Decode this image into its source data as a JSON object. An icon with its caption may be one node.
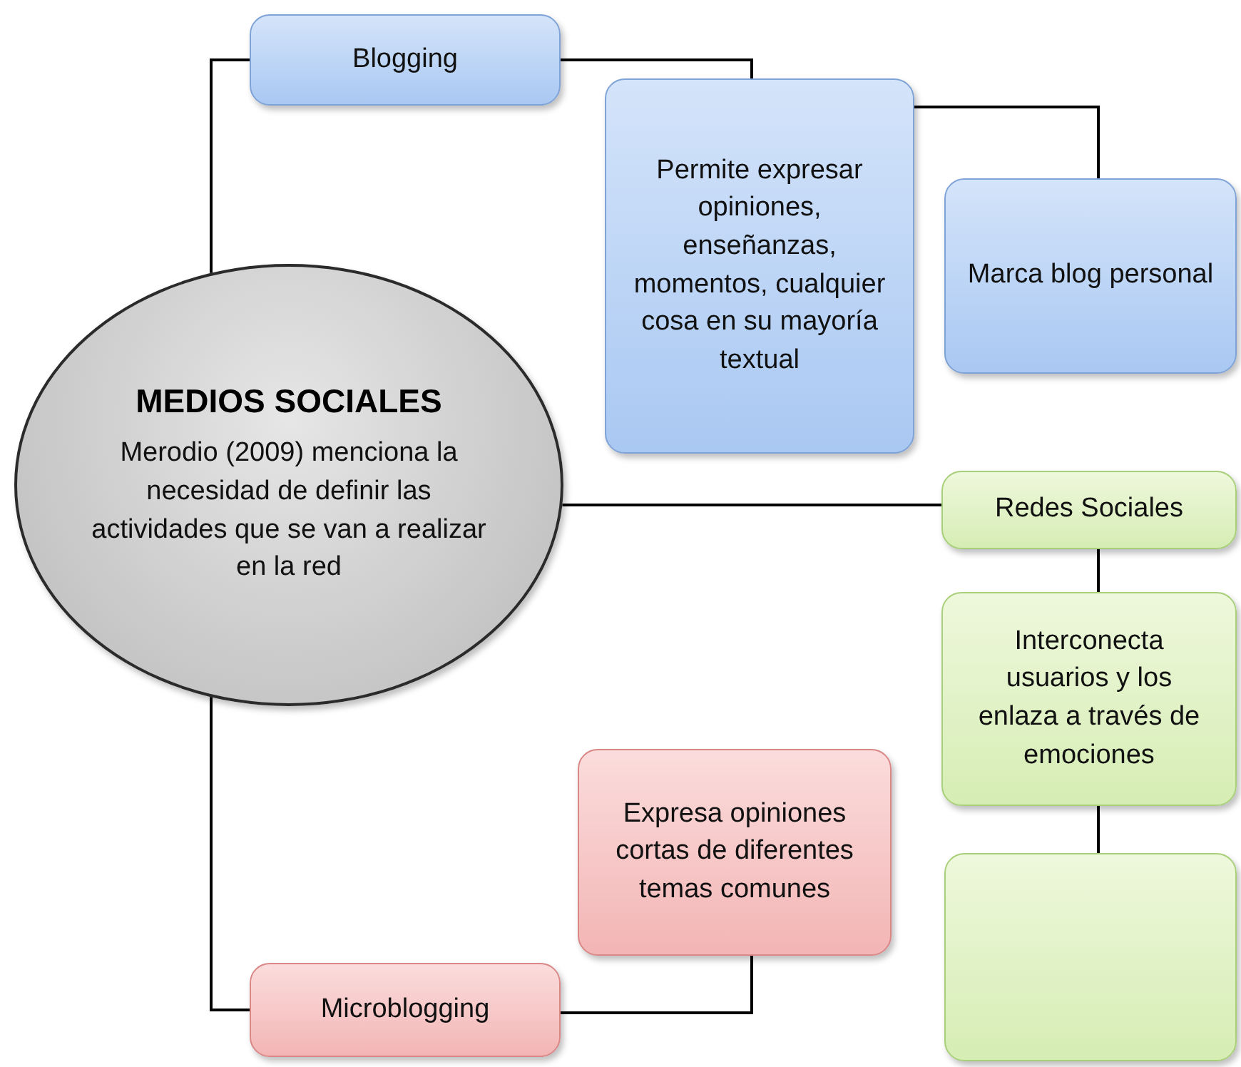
{
  "diagram": {
    "nodes": [
      {
        "text": [
          "MEDIOS SOCIALES",
          "Merodio (2009) menciona la necesidad de definir las actividades que se van a realizar en la red"
        ]
      },
      {
        "text": [
          "Blogging"
        ]
      },
      {
        "text": [
          "Permite expresar opiniones, enseñanzas, momentos, cualquier cosa en su mayoría textual"
        ]
      },
      {
        "text": [
          "Marca blog personal"
        ]
      },
      {
        "text": [
          "Redes Sociales"
        ]
      },
      {
        "text": [
          "Interconecta usuarios y los enlaza a través de emociones"
        ]
      },
      {
        "text": [],
        "shape": "box"
      },
      {
        "text": [
          "Expresa opiniones cortas de diferentes temas comunes"
        ]
      },
      {
        "text": [
          "Microblogging"
        ]
      }
    ],
    "edges": [
      {
        "from": 0,
        "to": 1,
        "arrow": "none"
      },
      {
        "from": 1,
        "to": 2,
        "arrow": "none"
      },
      {
        "from": 2,
        "to": 3,
        "arrow": "none"
      },
      {
        "from": 0,
        "to": 4,
        "arrow": "none"
      },
      {
        "from": 4,
        "to": 5,
        "arrow": "none"
      },
      {
        "from": 5,
        "to": 6,
        "arrow": "none"
      },
      {
        "from": 0,
        "to": 8,
        "arrow": "none"
      },
      {
        "from": 8,
        "to": 7,
        "arrow": "none"
      }
    ]
  }
}
